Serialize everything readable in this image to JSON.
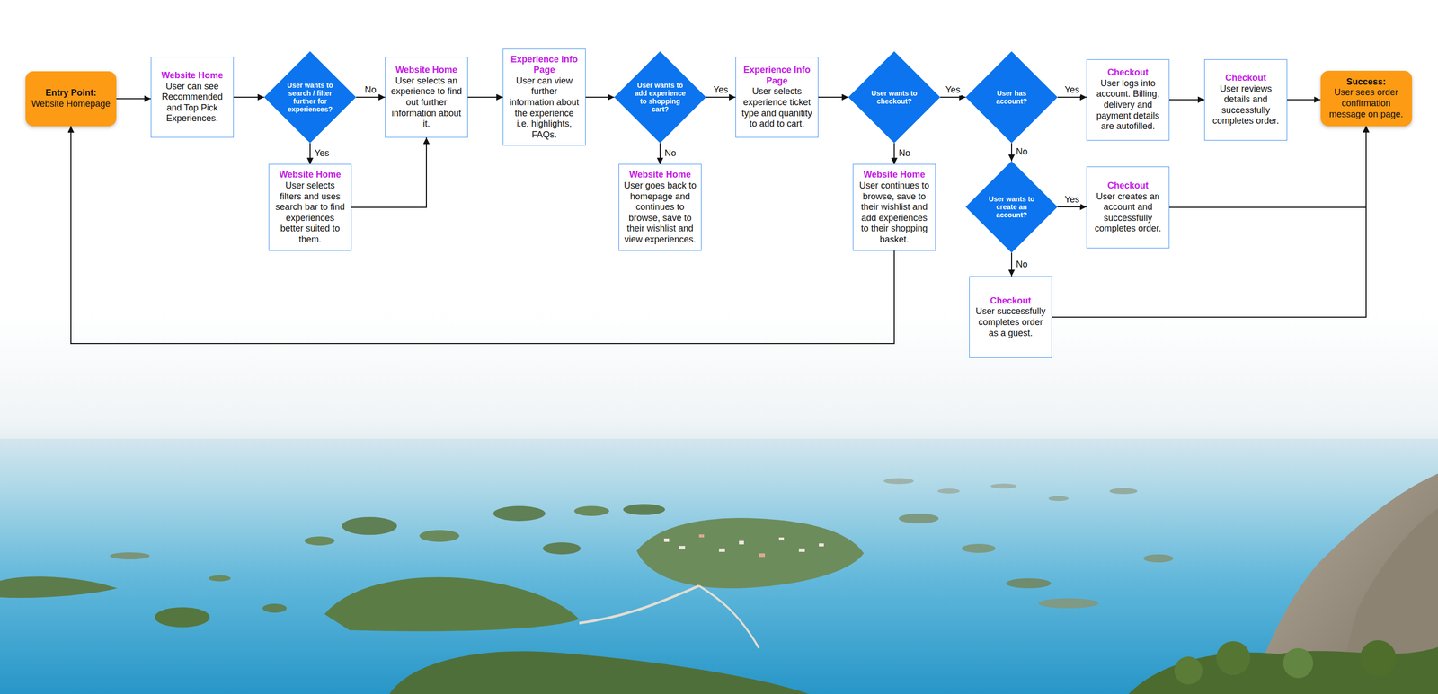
{
  "diagram": {
    "nodes": [
      {
        "text": [
          "Entry Point:",
          "Website Homepage"
        ]
      },
      {
        "text": [
          "Website Home",
          "User can see Recommended and Top Pick Experiences."
        ]
      },
      {
        "text": [
          "User wants to search / filter further for experiences?"
        ]
      },
      {
        "text": [
          "Website Home",
          "User selects filters and uses search bar to find experiences better suited to them."
        ]
      },
      {
        "text": [
          "Website Home",
          "User selects an experience to find out further information about it."
        ]
      },
      {
        "text": [
          "Experience Info Page",
          "User can view further information about the experience i.e. highlights, FAQs."
        ]
      },
      {
        "text": [
          "User wants to add experience to shopping cart?"
        ]
      },
      {
        "text": [
          "Website Home",
          "User goes back to homepage and continues to browse, save to their wishlist and view experiences."
        ]
      },
      {
        "text": [
          "Experience Info Page",
          "User selects experience ticket type and quanitity to add to cart."
        ]
      },
      {
        "text": [
          "User wants to checkout?"
        ]
      },
      {
        "text": [
          "Website Home",
          "User continues to browse, save to their wishlist and add experiences to their shopping basket."
        ]
      },
      {
        "text": [
          "User has account?"
        ]
      },
      {
        "text": [
          "Checkout",
          "User logs into account. Billing, delivery and payment details are autofilled."
        ]
      },
      {
        "text": [
          "Checkout",
          "User reviews details and successfully completes order."
        ]
      },
      {
        "text": [
          "Success:",
          "User sees order confirmation message on page."
        ]
      },
      {
        "text": [
          "User wants to create an account?"
        ]
      },
      {
        "text": [
          "Checkout",
          "User creates an account and successfully completes order."
        ]
      },
      {
        "text": [
          "Checkout",
          "User successfully completes order as a guest."
        ]
      }
    ],
    "edges": [
      {
        "from": 0,
        "to": 1,
        "arrow": "to"
      },
      {
        "from": 1,
        "to": 2,
        "arrow": "to"
      },
      {
        "from": 2,
        "to": 4,
        "label": "No",
        "arrow": "to"
      },
      {
        "from": 2,
        "to": 3,
        "label": "Yes",
        "arrow": "to"
      },
      {
        "from": 3,
        "to": 4,
        "arrow": "to"
      },
      {
        "from": 4,
        "to": 5,
        "arrow": "to"
      },
      {
        "from": 5,
        "to": 6,
        "arrow": "to"
      },
      {
        "from": 6,
        "to": 8,
        "label": "Yes",
        "arrow": "to"
      },
      {
        "from": 6,
        "to": 7,
        "label": "No",
        "arrow": "to"
      },
      {
        "from": 8,
        "to": 9,
        "arrow": "to"
      },
      {
        "from": 9,
        "to": 11,
        "label": "Yes",
        "arrow": "to"
      },
      {
        "from": 9,
        "to": 10,
        "label": "No",
        "arrow": "to"
      },
      {
        "from": 10,
        "to": 0,
        "arrow": "to"
      },
      {
        "from": 11,
        "to": 12,
        "label": "Yes",
        "arrow": "to"
      },
      {
        "from": 11,
        "to": 15,
        "label": "No",
        "arrow": "to"
      },
      {
        "from": 12,
        "to": 13,
        "arrow": "to"
      },
      {
        "from": 13,
        "to": 14,
        "arrow": "to"
      },
      {
        "from": 15,
        "to": 16,
        "label": "Yes",
        "arrow": "to"
      },
      {
        "from": 15,
        "to": 17,
        "label": "No",
        "arrow": "to"
      },
      {
        "from": 16,
        "to": 14,
        "arrow": "to"
      },
      {
        "from": 17,
        "to": 14,
        "arrow": "to"
      }
    ]
  }
}
